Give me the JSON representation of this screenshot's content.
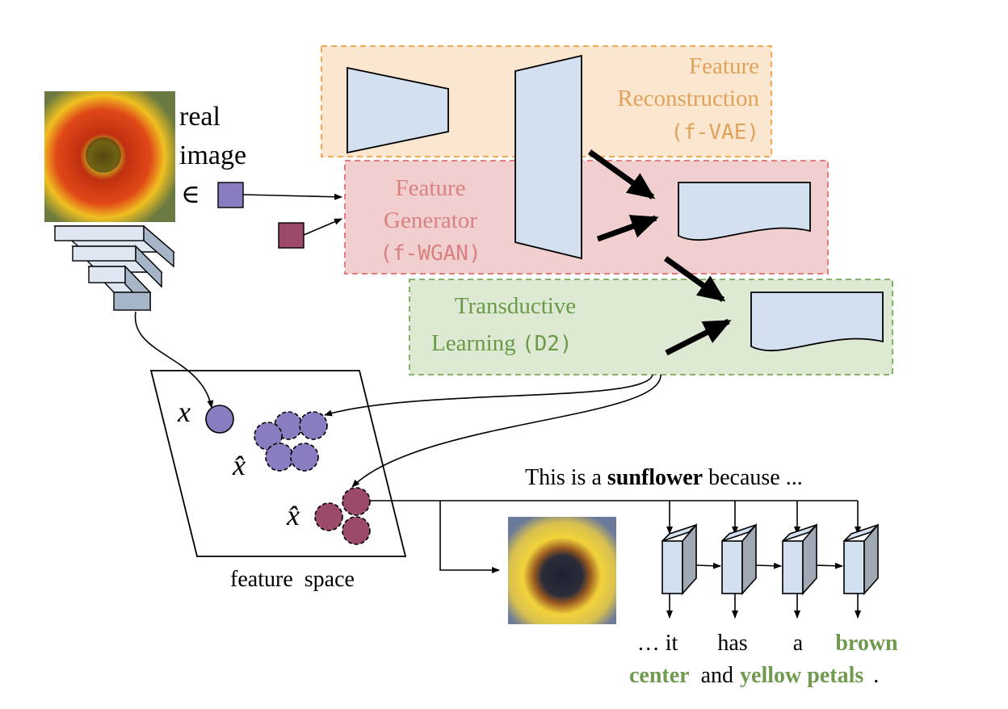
{
  "real_image": {
    "label_line1": "real",
    "label_line2": "image",
    "elem_symbol": "∈"
  },
  "boxes": {
    "reconstruction": {
      "line1": "Feature",
      "line2": "Reconstruction",
      "code": "(f-VAE)",
      "color": "#e0a25a",
      "fill": "#fbe6cf",
      "stroke": "#f0a040"
    },
    "generator": {
      "line1": "Feature",
      "line2": "Generator",
      "code": "(f-WGAN)",
      "color": "#d98080",
      "fill": "#f1cfcf",
      "stroke": "#e07070"
    },
    "transductive": {
      "line1": "Transductive",
      "line2": "Learning",
      "code": "(D2)",
      "color": "#6a9a48",
      "fill": "#dde9d3",
      "stroke": "#78aa58"
    }
  },
  "feature_space": {
    "label": "feature  space",
    "x_symbol": "x",
    "xhat_symbol": "x̂"
  },
  "sentence": {
    "prefix": "This is a ",
    "bold": "sunflower",
    "suffix": " because ...",
    "out_words": [
      "… it",
      "has",
      "a",
      "brown"
    ],
    "line2": [
      {
        "text": "center",
        "green": true
      },
      {
        "text": "and",
        "green": false
      },
      {
        "text": "yellow petals",
        "green": true
      },
      {
        "text": ".",
        "green": false
      }
    ]
  },
  "colors": {
    "purple": "#8b7cc2",
    "maroon": "#9b4a6b",
    "blue_fill": "#d3e0ef",
    "green_text": "#6f9a4f"
  }
}
